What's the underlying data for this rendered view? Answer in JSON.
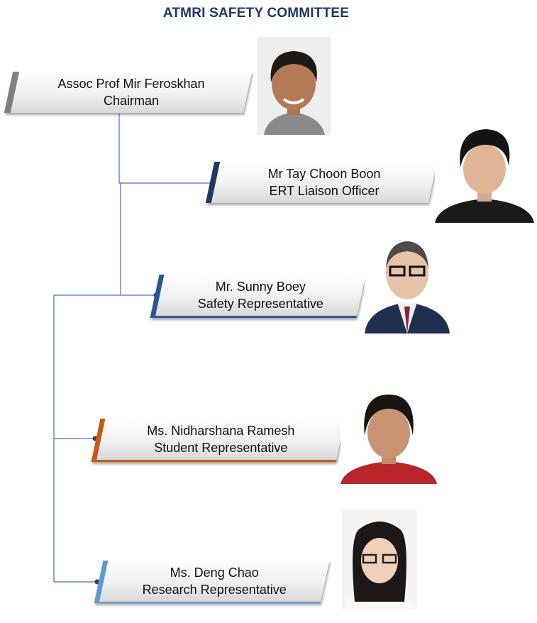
{
  "title": "ATMRI SAFETY COMMITTEE",
  "colors": {
    "title": "#1f3864",
    "connector": "#4472c4",
    "chairman_edge": "#7f7f7f",
    "ert_edge": "#1f3864",
    "safety_edge": "#2f5597",
    "student_edge": "#c55a11",
    "research_edge": "#5b9bd5"
  },
  "members": [
    {
      "name": "Assoc Prof Mir Feroskhan",
      "role": "Chairman"
    },
    {
      "name": "Mr Tay Choon Boon",
      "role": "ERT Liaison Officer"
    },
    {
      "name": "Mr. Sunny Boey",
      "role": "Safety Representative"
    },
    {
      "name": "Ms. Nidharshana Ramesh",
      "role": "Student Representative"
    },
    {
      "name": "Ms. Deng Chao",
      "role": "Research Representative"
    }
  ]
}
